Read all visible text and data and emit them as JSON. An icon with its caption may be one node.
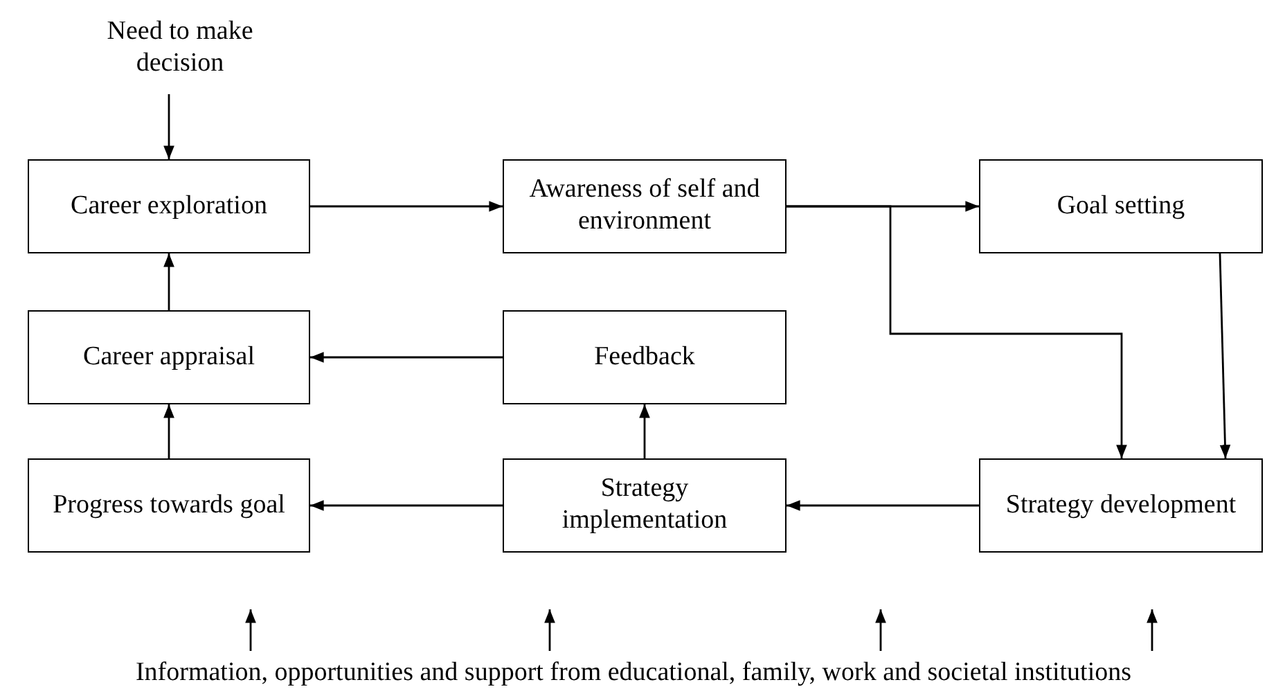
{
  "diagram": {
    "nodes": [
      {
        "text": [
          "Need to make decision"
        ]
      },
      {
        "text": [
          "Career exploration"
        ]
      },
      {
        "text": [
          "Awareness of self and environment"
        ]
      },
      {
        "text": [
          "Goal setting"
        ]
      },
      {
        "text": [
          "Career appraisal"
        ]
      },
      {
        "text": [
          "Feedback"
        ]
      },
      {
        "text": [
          "Progress towards goal"
        ]
      },
      {
        "text": [
          "Strategy implementation"
        ]
      },
      {
        "text": [
          "Strategy development"
        ]
      },
      {
        "text": [
          "Information, opportunities and support from educational, family, work and societal institutions"
        ]
      }
    ],
    "edges": [
      {
        "from": 0,
        "to": 1,
        "arrow": "to"
      },
      {
        "from": 1,
        "to": 2,
        "arrow": "to"
      },
      {
        "from": 2,
        "to": 3,
        "arrow": "to"
      },
      {
        "from": 2,
        "to": 8,
        "arrow": "to"
      },
      {
        "from": 3,
        "to": 8,
        "arrow": "to"
      },
      {
        "from": 4,
        "to": 1,
        "arrow": "to"
      },
      {
        "from": 5,
        "to": 4,
        "arrow": "to"
      },
      {
        "from": 7,
        "to": 5,
        "arrow": "to"
      },
      {
        "from": 6,
        "to": 4,
        "arrow": "to"
      },
      {
        "from": 8,
        "to": 7,
        "arrow": "to"
      },
      {
        "from": 7,
        "to": 6,
        "arrow": "to"
      },
      {
        "from": 9,
        "to": null,
        "arrow": "to"
      },
      {
        "from": 9,
        "to": null,
        "arrow": "to"
      },
      {
        "from": 9,
        "to": null,
        "arrow": "to"
      },
      {
        "from": 9,
        "to": null,
        "arrow": "to"
      }
    ]
  }
}
